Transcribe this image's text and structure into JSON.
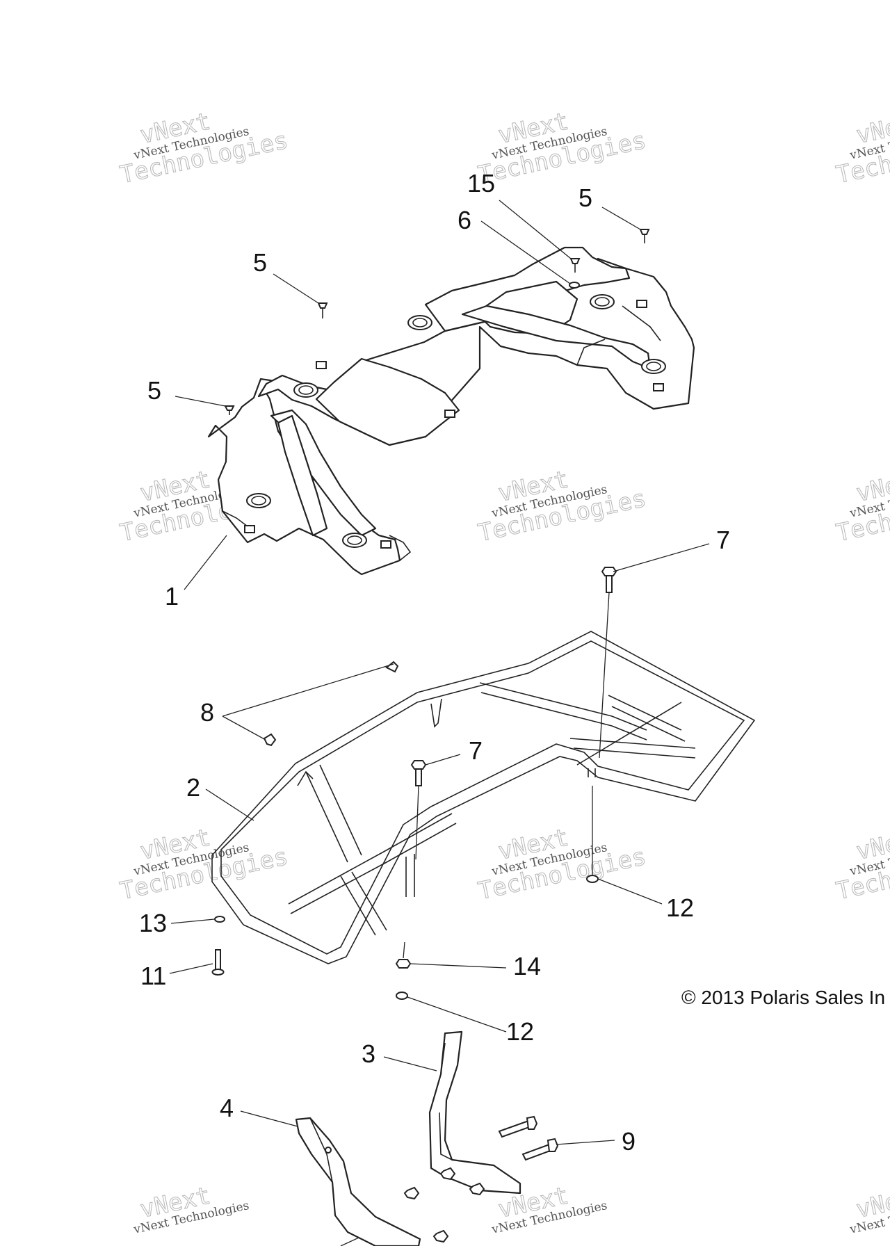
{
  "callouts": {
    "c1": "1",
    "c2": "2",
    "c3": "3",
    "c4": "4",
    "c5a": "5",
    "c5b": "5",
    "c5c": "5",
    "c6": "6",
    "c7a": "7",
    "c7b": "7",
    "c8": "8",
    "c9": "9",
    "c11": "11",
    "c12a": "12",
    "c12b": "12",
    "c13": "13",
    "c14": "14",
    "c15": "15"
  },
  "copyright": "© 2013 Polaris Sales In",
  "watermark": {
    "line1": "vNext",
    "line2": "vNext Technologies",
    "line3": "Technologies"
  },
  "colors": {
    "line": "#222222",
    "background": "#ffffff",
    "watermark": "#bbbbbb"
  }
}
